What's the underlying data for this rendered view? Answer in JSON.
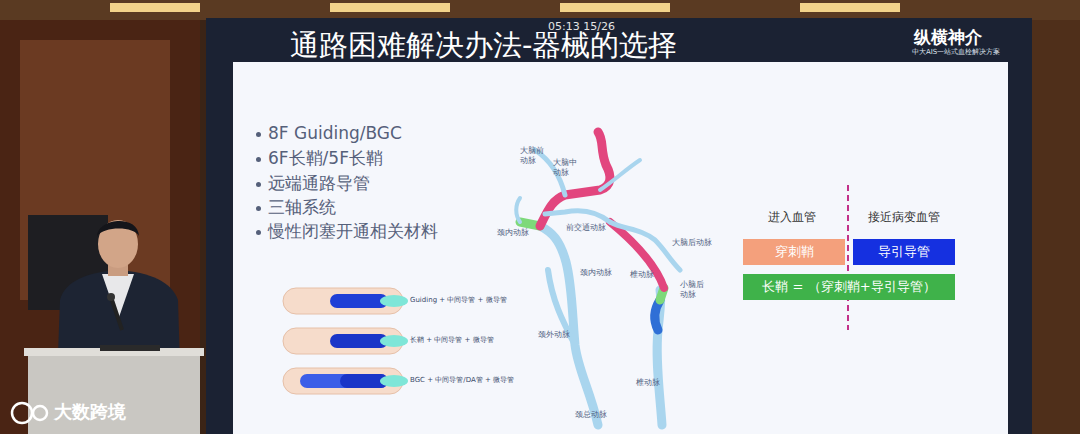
{
  "diagram": {
    "title": "通路困难解决办法-器械的选择",
    "nodes": [
      {
        "text": [
          "穿刺鞘"
        ]
      },
      {
        "text": [
          "导引导管"
        ]
      },
      {
        "text": [
          "长鞘 = （穿刺鞘+导引导管）"
        ]
      }
    ],
    "labels": [
      "05:13 15/26",
      "纵横神介",
      "中大AIS一站式血栓解决方案",
      "8F Guiding/BGC",
      "6F长鞘/5F长鞘",
      "远端通路导管",
      "三轴系统",
      "慢性闭塞开通相关材料",
      "Guiding + 中间导管 + 微导管",
      "长鞘 + 中间导管 + 微导管",
      "BGC + 中间导管/DA管 + 微导管",
      "大脑前动脉",
      "大脑中动脉",
      "颈内动脉",
      "前交通动脉",
      "大脑后动脉",
      "颈内动脉",
      "椎动脉",
      "小脑后动脉",
      "颈外动脉",
      "椎动脉",
      "颈总动脉",
      "进入血管",
      "接近病变血管",
      "大数跨境"
    ]
  }
}
